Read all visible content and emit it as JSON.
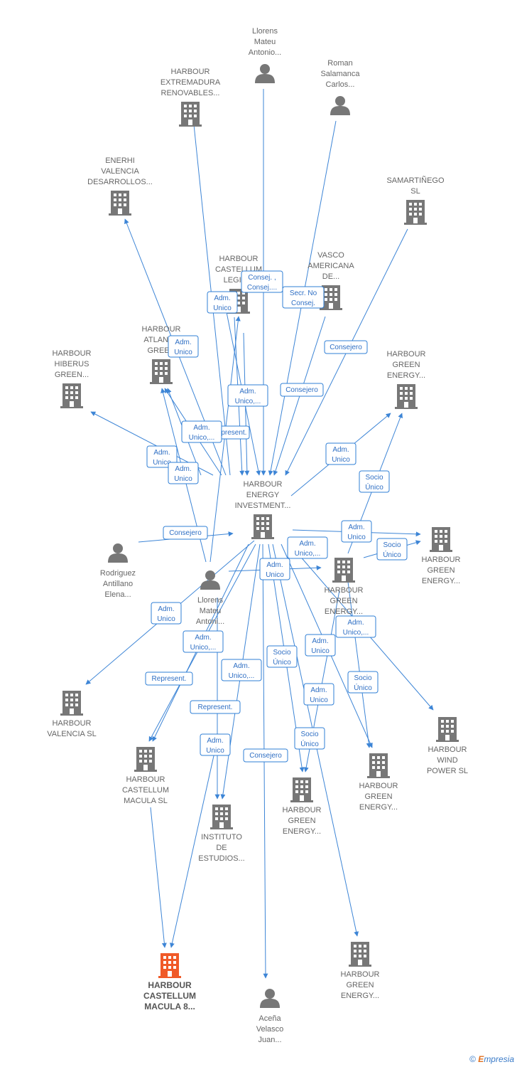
{
  "colors": {
    "edge": "#3d85d6",
    "node": "#777777",
    "highlight": "#f05a28",
    "label_border": "#2f7fd6"
  },
  "nodes": [
    {
      "id": "llorens_top",
      "type": "person",
      "lines": [
        "Llorens",
        "Mateu",
        "Antonio..."
      ]
    },
    {
      "id": "roman",
      "type": "person",
      "lines": [
        "Roman",
        "Salamanca",
        "Carlos..."
      ]
    },
    {
      "id": "extremadura",
      "type": "company",
      "lines": [
        "HARBOUR",
        "EXTREMADURA",
        "RENOVABLES..."
      ]
    },
    {
      "id": "enerhi",
      "type": "company",
      "lines": [
        "ENERHI",
        "VALENCIA",
        "DESARROLLOS..."
      ]
    },
    {
      "id": "samartinego",
      "type": "company",
      "lines": [
        "SAMARTIÑEGO",
        "SL"
      ]
    },
    {
      "id": "castellum_legio",
      "type": "company",
      "lines": [
        "HARBOUR",
        "CASTELLUM",
        "LEGIO..."
      ]
    },
    {
      "id": "vasco",
      "type": "company",
      "lines": [
        "VASCO",
        "AMERICANA",
        "DE..."
      ]
    },
    {
      "id": "atlantic",
      "type": "company",
      "lines": [
        "HARBOUR",
        "ATLANT...",
        "GREEN"
      ]
    },
    {
      "id": "hiberus",
      "type": "company",
      "lines": [
        "HARBOUR",
        "HIBERUS",
        "GREEN..."
      ]
    },
    {
      "id": "green_energy_r1",
      "type": "company",
      "lines": [
        "HARBOUR",
        "GREEN",
        "ENERGY..."
      ]
    },
    {
      "id": "main",
      "type": "company",
      "lines": [
        "HARBOUR",
        "ENERGY",
        "INVESTMENT..."
      ]
    },
    {
      "id": "green_energy_r2",
      "type": "company",
      "lines": [
        "HARBOUR",
        "GREEN",
        "ENERGY..."
      ]
    },
    {
      "id": "rodriguez",
      "type": "person",
      "lines": [
        "Rodriguez",
        "Antillano",
        "Elena..."
      ]
    },
    {
      "id": "llorens_mid",
      "type": "person",
      "lines": [
        "Llorens",
        "Mateu",
        "Antoni..."
      ]
    },
    {
      "id": "green_energy_mid",
      "type": "company",
      "lines": [
        "HARBOUR",
        "GREEN",
        "ENERGY..."
      ]
    },
    {
      "id": "valencia",
      "type": "company",
      "lines": [
        "HARBOUR",
        "VALENCIA  SL"
      ]
    },
    {
      "id": "wind",
      "type": "company",
      "lines": [
        "HARBOUR",
        "WIND",
        "POWER  SL"
      ]
    },
    {
      "id": "castellum_macula",
      "type": "company",
      "lines": [
        "HARBOUR",
        "CASTELLUM",
        "MACULA  SL"
      ]
    },
    {
      "id": "green_energy_b2",
      "type": "company",
      "lines": [
        "HARBOUR",
        "GREEN",
        "ENERGY..."
      ]
    },
    {
      "id": "instituto",
      "type": "company",
      "lines": [
        "INSTITUTO",
        "DE",
        "ESTUDIOS..."
      ]
    },
    {
      "id": "green_energy_b1",
      "type": "company",
      "lines": [
        "HARBOUR",
        "GREEN",
        "ENERGY..."
      ]
    },
    {
      "id": "macula8",
      "type": "company",
      "highlight": true,
      "lines": [
        "HARBOUR",
        "CASTELLUM",
        "MACULA 8..."
      ]
    },
    {
      "id": "green_energy_b3",
      "type": "company",
      "lines": [
        "HARBOUR",
        "GREEN",
        "ENERGY..."
      ]
    },
    {
      "id": "acena",
      "type": "person",
      "lines": [
        "Aceña",
        "Velasco",
        "Juan..."
      ]
    }
  ],
  "edge_labels": [
    {
      "id": "l1",
      "lines": [
        "Consej. ,",
        "Consej...."
      ]
    },
    {
      "id": "l2",
      "lines": [
        "Adm.",
        "Unico"
      ]
    },
    {
      "id": "l3",
      "lines": [
        "Secr.  No",
        "Consej."
      ]
    },
    {
      "id": "l4",
      "lines": [
        "Adm.",
        "Unico"
      ]
    },
    {
      "id": "l5",
      "lines": [
        "Consejero"
      ]
    },
    {
      "id": "l6",
      "lines": [
        "Adm.",
        "Unico,..."
      ]
    },
    {
      "id": "l7",
      "lines": [
        "Consejero"
      ]
    },
    {
      "id": "l8",
      "lines": [
        "Represent."
      ]
    },
    {
      "id": "l9",
      "lines": [
        "Adm.",
        "Unico,..."
      ]
    },
    {
      "id": "l10",
      "lines": [
        "Adm.",
        "Unico"
      ]
    },
    {
      "id": "l11",
      "lines": [
        "Adm.",
        "Unico"
      ]
    },
    {
      "id": "l12",
      "lines": [
        "Adm.",
        "Unico"
      ]
    },
    {
      "id": "l13",
      "lines": [
        "Socio",
        "Único"
      ]
    },
    {
      "id": "l14",
      "lines": [
        "Consejero"
      ]
    },
    {
      "id": "l15",
      "lines": [
        "Adm.",
        "Unico"
      ]
    },
    {
      "id": "l16",
      "lines": [
        "Adm.",
        "Unico,..."
      ]
    },
    {
      "id": "l17",
      "lines": [
        "Socio",
        "Único"
      ]
    },
    {
      "id": "l18",
      "lines": [
        "Adm.",
        "Unico"
      ]
    },
    {
      "id": "l19",
      "lines": [
        "Adm.",
        "Unico"
      ]
    },
    {
      "id": "l20",
      "lines": [
        "Adm.",
        "Unico,..."
      ]
    },
    {
      "id": "l21",
      "lines": [
        "Adm.",
        "Unico,..."
      ]
    },
    {
      "id": "l22",
      "lines": [
        "Adm.",
        "Unico"
      ]
    },
    {
      "id": "l23",
      "lines": [
        "Adm.",
        "Unico,..."
      ]
    },
    {
      "id": "l24",
      "lines": [
        "Socio",
        "Único"
      ]
    },
    {
      "id": "l25",
      "lines": [
        "Represent."
      ]
    },
    {
      "id": "l26",
      "lines": [
        "Socio",
        "Único"
      ]
    },
    {
      "id": "l27",
      "lines": [
        "Represent."
      ]
    },
    {
      "id": "l28",
      "lines": [
        "Adm.",
        "Unico"
      ]
    },
    {
      "id": "l29",
      "lines": [
        "Adm.",
        "Unico"
      ]
    },
    {
      "id": "l30",
      "lines": [
        "Consejero"
      ]
    },
    {
      "id": "l31",
      "lines": [
        "Socio",
        "Único"
      ]
    }
  ],
  "footer": {
    "symbol": "©",
    "brand_initial": "E",
    "brand_rest": "mpresia"
  }
}
